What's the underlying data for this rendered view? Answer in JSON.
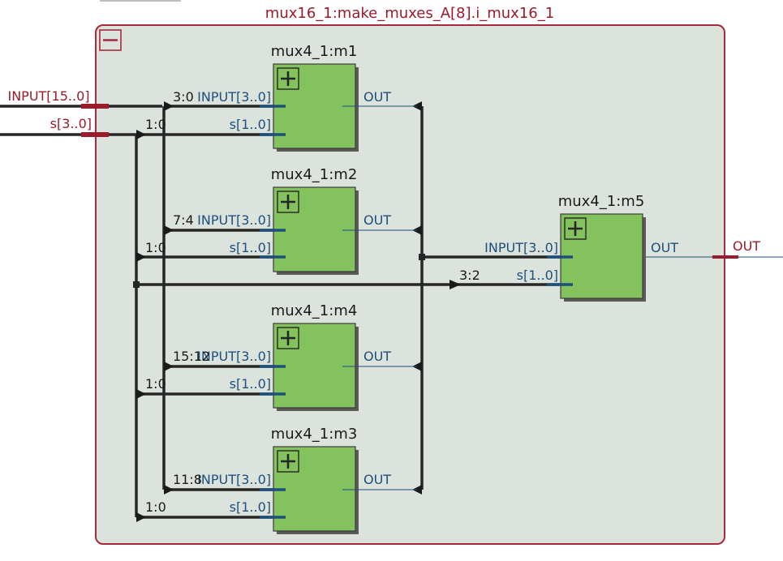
{
  "module": {
    "title": "mux16_1:make_muxes_A[8].i_mux16_1",
    "collapse_symbol": "−"
  },
  "ports": {
    "input": "INPUT[15..0]",
    "select": "s[3..0]",
    "output": "OUT"
  },
  "instances": {
    "m1": {
      "name": "mux4_1:m1",
      "pin_input": "INPUT[3..0]",
      "pin_select": "s[1..0]",
      "pin_out": "OUT",
      "input_slice": "3:0",
      "select_slice": "1:0"
    },
    "m2": {
      "name": "mux4_1:m2",
      "pin_input": "INPUT[3..0]",
      "pin_select": "s[1..0]",
      "pin_out": "OUT",
      "input_slice": "7:4",
      "select_slice": "1:0"
    },
    "m4": {
      "name": "mux4_1:m4",
      "pin_input": "INPUT[3..0]",
      "pin_select": "s[1..0]",
      "pin_out": "OUT",
      "input_slice": "15:12",
      "select_slice": "1:0"
    },
    "m3": {
      "name": "mux4_1:m3",
      "pin_input": "INPUT[3..0]",
      "pin_select": "s[1..0]",
      "pin_out": "OUT",
      "input_slice": "11:8",
      "select_slice": "1:0"
    },
    "m5": {
      "name": "mux4_1:m5",
      "pin_input": "INPUT[3..0]",
      "pin_select": "s[1..0]",
      "pin_out": "OUT",
      "select_slice": "3:2"
    }
  },
  "colors": {
    "module_fill": "#dce3dc",
    "module_border": "#a8283e",
    "block_fill": "#84c25e",
    "wire": "#262626",
    "pin_blue": "#1d4f7c",
    "port_red": "#9a1b2c"
  }
}
